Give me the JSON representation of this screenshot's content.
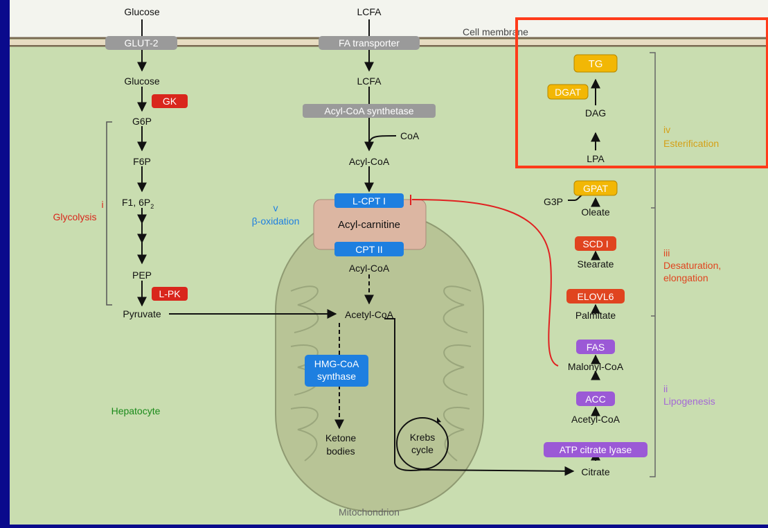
{
  "top": {
    "glucose": "Glucose",
    "lcfa": "LCFA",
    "membrane": "Cell membrane"
  },
  "transporters": {
    "glut2": "GLUT-2",
    "fa": "FA transporter"
  },
  "glycolysis": {
    "glucose": "Glucose",
    "gk": "GK",
    "g6p": "G6P",
    "f6p": "F6P",
    "f16p_main": "F1, 6P",
    "f16p_sub": "2",
    "pep": "PEP",
    "lpk": "L-PK",
    "pyruvate": "Pyruvate",
    "label_num": "i",
    "label": "Glycolysis"
  },
  "fa_path": {
    "lcfa": "LCFA",
    "acs": "Acyl-CoA synthetase",
    "coa": "CoA",
    "acyl_coa": "Acyl-CoA",
    "lcpt1": "L-CPT I",
    "acyl_carnitine": "Acyl-carnitine",
    "cpt2": "CPT II",
    "acyl_coa2": "Acyl-CoA",
    "acetyl_coa": "Acetyl-CoA",
    "hmg_line1": "HMG-CoA",
    "hmg_line2": "synthase",
    "ketone_line1": "Ketone",
    "ketone_line2": "bodies",
    "krebs_line1": "Krebs",
    "krebs_line2": "cycle",
    "mito": "Mitochondrion",
    "beta_num": "v",
    "beta_label": "β-oxidation"
  },
  "hepatocyte": "Hepatocyte",
  "lipo": {
    "tg": "TG",
    "dgat": "DGAT",
    "dag": "DAG",
    "lpa": "LPA",
    "gpat": "GPAT",
    "g3p": "G3P",
    "oleate": "Oleate",
    "scd1": "SCD I",
    "stearate": "Stearate",
    "elovl6": "ELOVL6",
    "palmitate": "Palmitate",
    "fas": "FAS",
    "malonyl": "Malonyl-CoA",
    "acc": "ACC",
    "acetyl": "Acetyl-CoA",
    "acl": "ATP citrate lyase",
    "citrate": "Citrate"
  },
  "sections": {
    "iv_num": "iv",
    "iv_label": "Esterification",
    "iii_num": "iii",
    "iii_l1": "Desaturation,",
    "iii_l2": "elongation",
    "ii_num": "ii",
    "ii_label": "Lipogenesis"
  },
  "colors": {
    "background": "#0a0a8c",
    "cell": "#c9ddb0",
    "membrane": "#7a6a52",
    "transporter": "#9a9a9a",
    "red": "#d9261c",
    "blue": "#1e7fe0",
    "gold": "#f2b705",
    "orange": "#e0441f",
    "purple": "#9b59d6",
    "highlight": "#ff3b1a",
    "mito": "#b8c496",
    "carnitine": "#dcb6a2"
  }
}
